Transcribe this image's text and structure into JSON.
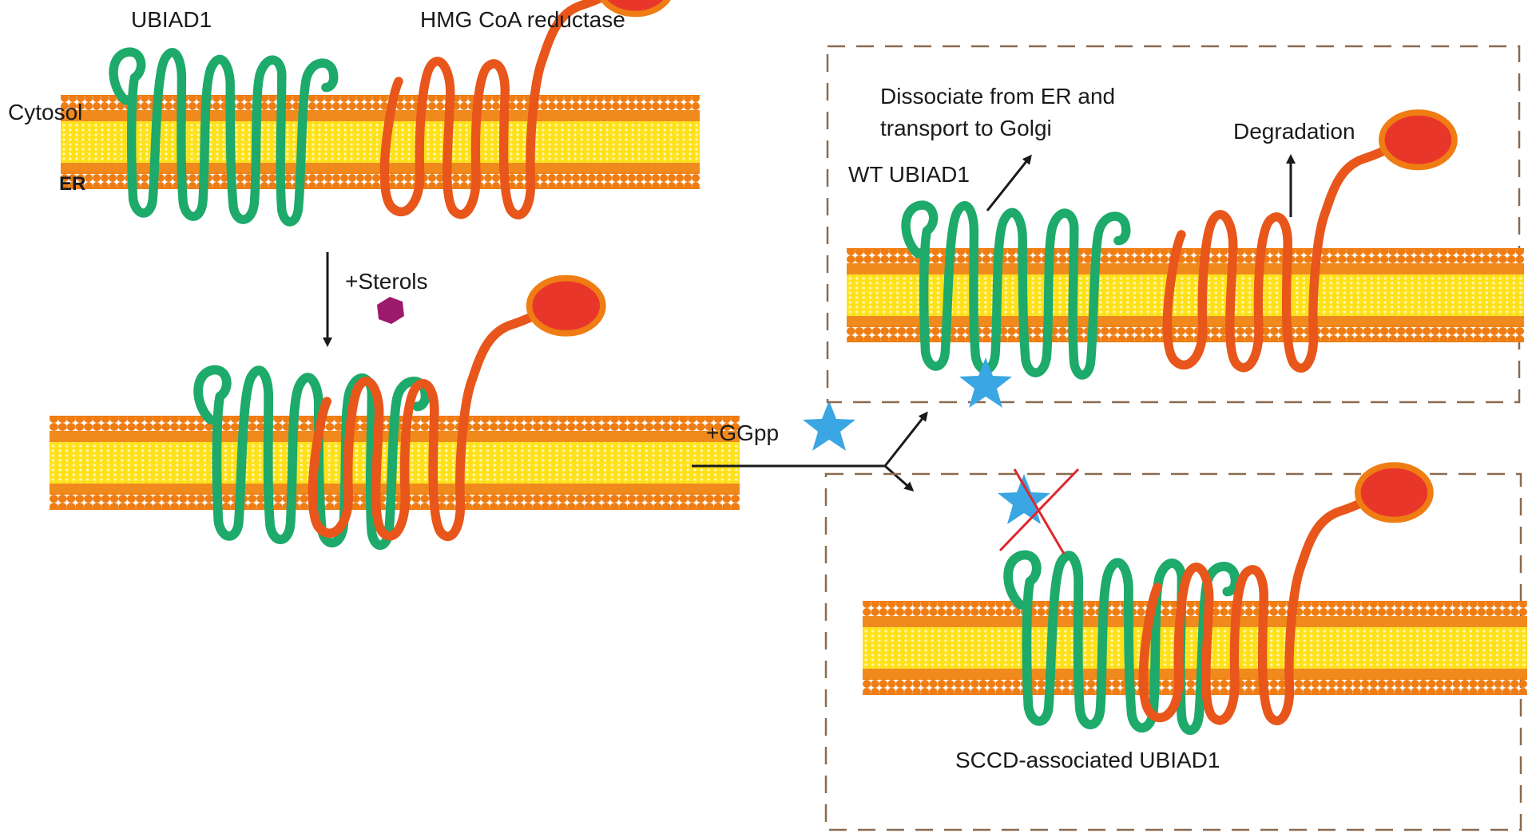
{
  "labels": {
    "ubiad1_top": "UBIAD1",
    "hmg_coa_reductase": "HMG CoA reductase",
    "cytosol": "Cytosol",
    "er": "ER",
    "sterols": "+Sterols",
    "ggpp": "+GGpp",
    "dissociate_line1": "Dissociate from ER and",
    "dissociate_line2": "transport to Golgi",
    "degradation": "Degradation",
    "wt_ubiad1": "WT  UBIAD1",
    "sccd_ubiad1": "SCCD-associated UBIAD1"
  },
  "colors": {
    "membrane_bead": "#ef7d13",
    "membrane_core": "#ffe11a",
    "membrane_band": "#f08a1c",
    "ubiad1_green": "#1daa6a",
    "hmgcr_orange": "#e8561b",
    "hmgcr_head": "#e8372a",
    "sterol_hexagon": "#9c1a6b",
    "ggpp_star": "#3aa6e3",
    "cross_red": "#e0262d",
    "dashed_box": "#8b6a4f",
    "arrow": "#1a1a1a"
  }
}
